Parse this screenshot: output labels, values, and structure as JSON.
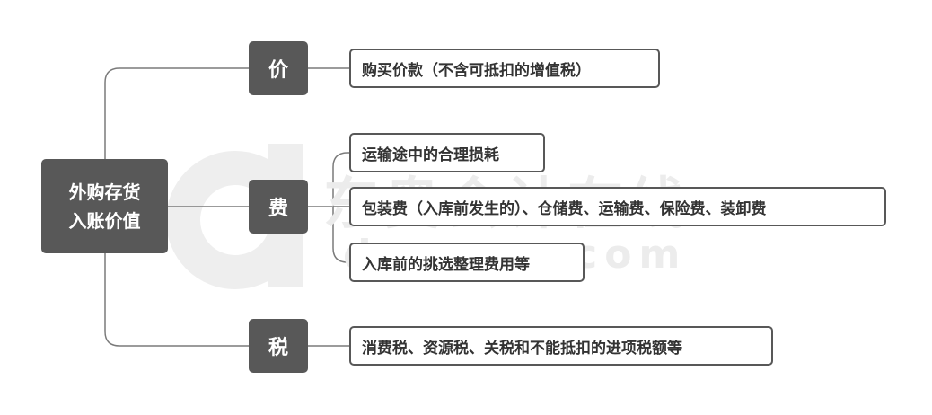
{
  "root": {
    "line1": "外购存货",
    "line2": "入账价值"
  },
  "categories": [
    {
      "label": "价"
    },
    {
      "label": "费"
    },
    {
      "label": "税"
    }
  ],
  "leaves": {
    "price": [
      "购买价款（不含可抵扣的增值税）"
    ],
    "fees": [
      "运输途中的合理损耗",
      "包装费（入库前发生的）、仓储费、运输费、保险费、装卸费",
      "入库前的挑选整理费用等"
    ],
    "tax": [
      "消费税、资源税、关税和不能抵扣的进项税额等"
    ]
  },
  "watermark": {
    "text_cn": "东奥会计在线",
    "text_en": "dongao.com"
  },
  "colors": {
    "node_fill": "#585858",
    "leaf_border": "#585858",
    "connector": "#7a7a7a",
    "watermark": "#e9e9e9"
  }
}
